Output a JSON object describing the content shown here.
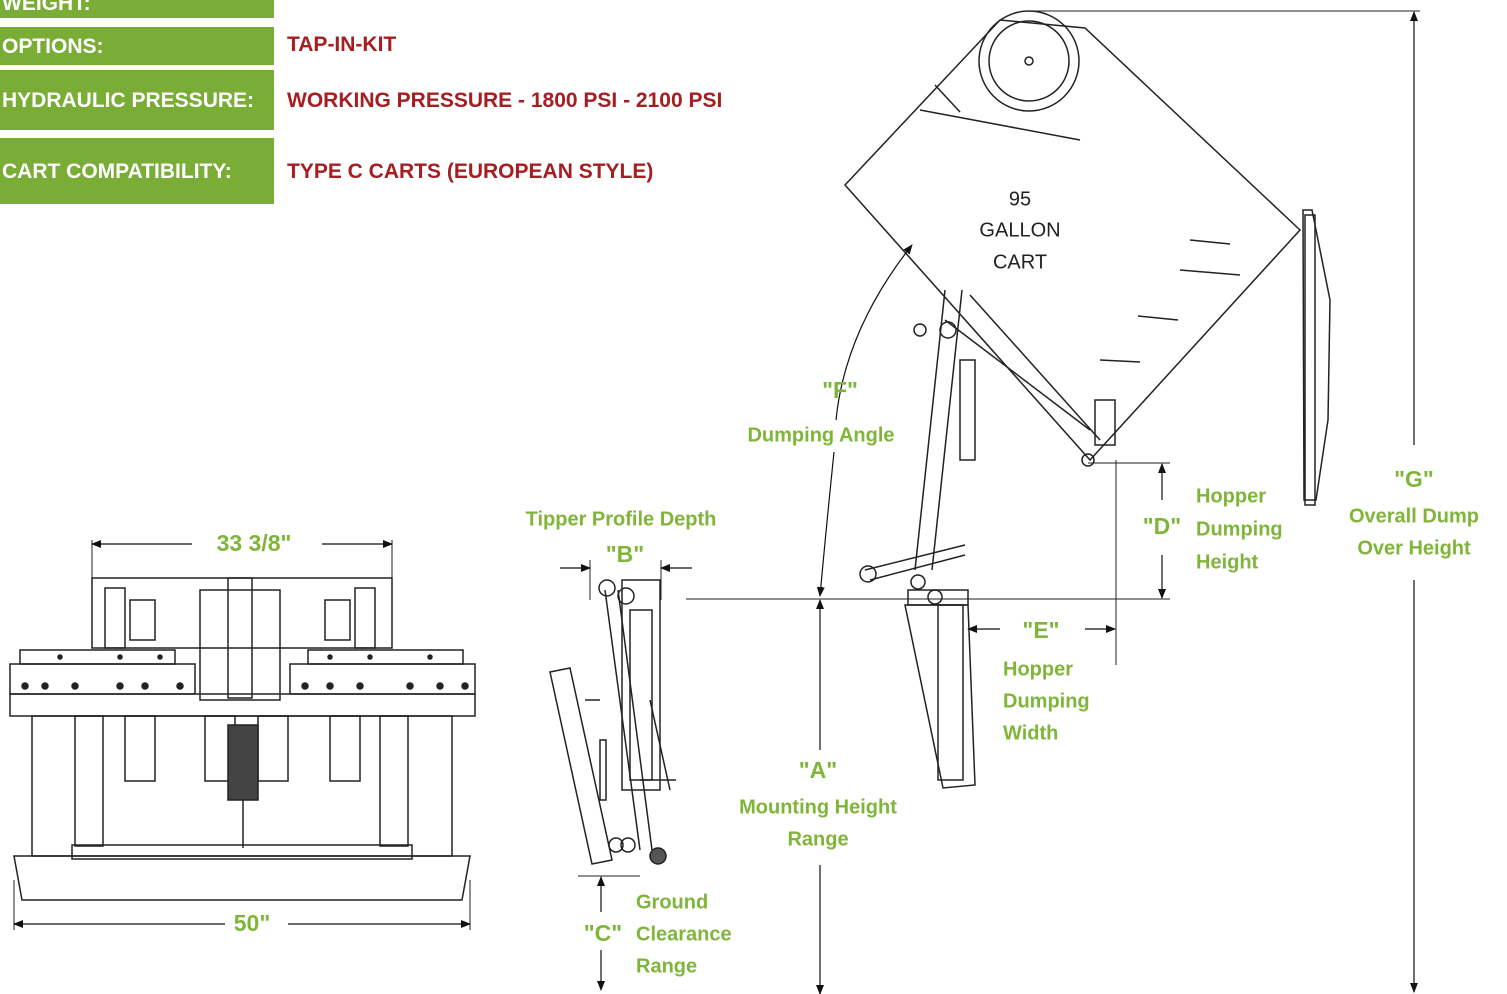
{
  "specs": [
    {
      "label": "WEIGHT:",
      "value": ""
    },
    {
      "label": "OPTIONS:",
      "value": "TAP-IN-KIT"
    },
    {
      "label": "HYDRAULIC PRESSURE:",
      "value": "WORKING PRESSURE - 1800 PSI - 2100 PSI"
    },
    {
      "label": "CART COMPATIBILITY:",
      "value": "TYPE C CARTS (EUROPEAN STYLE)"
    }
  ],
  "front_view": {
    "top_width": "33 3/8\"",
    "bottom_width": "50\""
  },
  "side_view": {
    "profile_title": "Tipper Profile Depth",
    "profile_code": "\"B\"",
    "clearance_code": "\"C\"",
    "clearance_line1": "Ground",
    "clearance_line2": "Clearance",
    "clearance_line3": "Range"
  },
  "dump_view": {
    "cart_line1": "95",
    "cart_line2": "GALLON",
    "cart_line3": "CART",
    "angle_code": "\"F\"",
    "angle_label": "Dumping Angle",
    "mount_code": "\"A\"",
    "mount_line1": "Mounting Height",
    "mount_line2": "Range",
    "dump_height_code": "\"D\"",
    "dump_height_line1": "Hopper",
    "dump_height_line2": "Dumping",
    "dump_height_line3": "Height",
    "dump_width_code": "\"E\"",
    "dump_width_line1": "Hopper",
    "dump_width_line2": "Dumping",
    "dump_width_line3": "Width",
    "overall_code": "\"G\"",
    "overall_line1": "Overall Dump",
    "overall_line2": "Over Height"
  },
  "colors": {
    "spec_label_bg": "#7aad35",
    "spec_value_text": "#a51e22",
    "dimension_text": "#7fb539"
  }
}
